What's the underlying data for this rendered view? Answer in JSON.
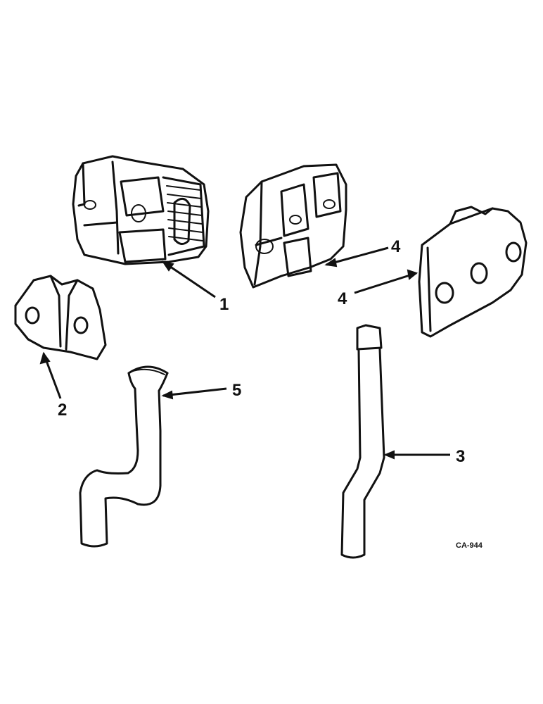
{
  "callouts": {
    "c1": "1",
    "c2": "2",
    "c3": "3",
    "c4a": "4",
    "c4b": "4",
    "c5": "5"
  },
  "reference_code": "CA-944",
  "colors": {
    "ink": "#111111",
    "paper": "#ffffff"
  }
}
